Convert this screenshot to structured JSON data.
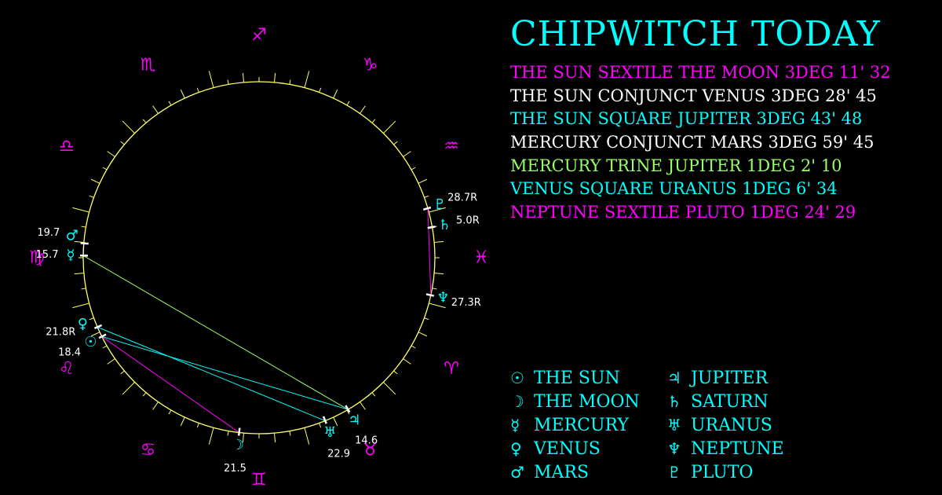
{
  "title": "CHIPWITCH TODAY",
  "colors": {
    "background": "#000000",
    "wheel": "#ffff66",
    "cyan": "#00ffff",
    "magenta": "#ff00ff",
    "white": "#ffffff",
    "green": "#99ff66",
    "label": "#ffffff"
  },
  "aspects": [
    {
      "text": "THE SUN SEXTILE THE MOON 3DEG 11' 32",
      "color": "#ff00ff"
    },
    {
      "text": "THE SUN CONJUNCT VENUS 3DEG 28' 45",
      "color": "#ffffff"
    },
    {
      "text": "THE SUN SQUARE JUPITER 3DEG 43' 48",
      "color": "#00ffff"
    },
    {
      "text": "MERCURY CONJUNCT MARS 3DEG 59' 45",
      "color": "#ffffff"
    },
    {
      "text": "MERCURY TRINE JUPITER 1DEG 2' 10",
      "color": "#99ff66"
    },
    {
      "text": "VENUS SQUARE URANUS 1DEG 6' 34",
      "color": "#00ffff"
    },
    {
      "text": "NEPTUNE SEXTILE PLUTO 1DEG 24' 29",
      "color": "#ff00ff"
    }
  ],
  "legend_left": [
    {
      "glyph": "☉",
      "name": "THE SUN",
      "icon": "sun-icon"
    },
    {
      "glyph": "☽",
      "name": "THE MOON",
      "icon": "moon-icon"
    },
    {
      "glyph": "☿",
      "name": "MERCURY",
      "icon": "mercury-icon"
    },
    {
      "glyph": "♀",
      "name": "VENUS",
      "icon": "venus-icon"
    },
    {
      "glyph": "♂",
      "name": "MARS",
      "icon": "mars-icon"
    }
  ],
  "legend_right": [
    {
      "glyph": "♃",
      "name": "JUPITER",
      "icon": "jupiter-icon"
    },
    {
      "glyph": "♄",
      "name": "SATURN",
      "icon": "saturn-icon"
    },
    {
      "glyph": "♅",
      "name": "URANUS",
      "icon": "uranus-icon"
    },
    {
      "glyph": "♆",
      "name": "NEPTUNE",
      "icon": "neptune-icon"
    },
    {
      "glyph": "♇",
      "name": "PLUTO",
      "icon": "pluto-icon"
    }
  ],
  "zodiac": [
    {
      "sign": "aries",
      "glyph": "♈"
    },
    {
      "sign": "taurus",
      "glyph": "♉"
    },
    {
      "sign": "gemini",
      "glyph": "♊"
    },
    {
      "sign": "cancer",
      "glyph": "♋"
    },
    {
      "sign": "leo",
      "glyph": "♌"
    },
    {
      "sign": "virgo",
      "glyph": "♍"
    },
    {
      "sign": "libra",
      "glyph": "♎"
    },
    {
      "sign": "scorpio",
      "glyph": "♏"
    },
    {
      "sign": "sagittarius",
      "glyph": "♐"
    },
    {
      "sign": "capricorn",
      "glyph": "♑"
    },
    {
      "sign": "aquarius",
      "glyph": "♒"
    },
    {
      "sign": "pisces",
      "glyph": "♓"
    }
  ],
  "planets": [
    {
      "name": "sun",
      "glyph": "☉",
      "sign": "leo",
      "degree": "18.4",
      "color": "#00ffff"
    },
    {
      "name": "moon",
      "glyph": "☽",
      "sign": "gemini",
      "degree": "21.5",
      "color": "#00ffff"
    },
    {
      "name": "mercury",
      "glyph": "☿",
      "sign": "virgo",
      "degree": "15.7",
      "color": "#00ffff"
    },
    {
      "name": "venus",
      "glyph": "♀",
      "sign": "leo",
      "degree": "21.8R",
      "color": "#00ffff"
    },
    {
      "name": "mars",
      "glyph": "♂",
      "sign": "virgo",
      "degree": "19.7",
      "color": "#00ffff"
    },
    {
      "name": "jupiter",
      "glyph": "♃",
      "sign": "taurus",
      "degree": "14.6",
      "color": "#00ffff"
    },
    {
      "name": "saturn",
      "glyph": "♄",
      "sign": "pisces",
      "degree": "5.0R",
      "color": "#00ffff"
    },
    {
      "name": "uranus",
      "glyph": "♅",
      "sign": "taurus",
      "degree": "22.9",
      "color": "#00ffff"
    },
    {
      "name": "neptune",
      "glyph": "♆",
      "sign": "pisces",
      "degree": "27.3R",
      "color": "#00ffff"
    },
    {
      "name": "pluto",
      "glyph": "♇",
      "sign": "aquarius",
      "degree": "28.7R",
      "color": "#00ffff"
    }
  ],
  "aspect_lines": [
    {
      "from": "sun",
      "to": "moon",
      "color": "#ff00ff"
    },
    {
      "from": "sun",
      "to": "venus",
      "color": "#ffffff"
    },
    {
      "from": "sun",
      "to": "jupiter",
      "color": "#00ffff"
    },
    {
      "from": "mercury",
      "to": "mars",
      "color": "#ffffff"
    },
    {
      "from": "mercury",
      "to": "jupiter",
      "color": "#99ff66"
    },
    {
      "from": "venus",
      "to": "uranus",
      "color": "#00ffff"
    },
    {
      "from": "neptune",
      "to": "pluto",
      "color": "#ff00ff"
    }
  ]
}
